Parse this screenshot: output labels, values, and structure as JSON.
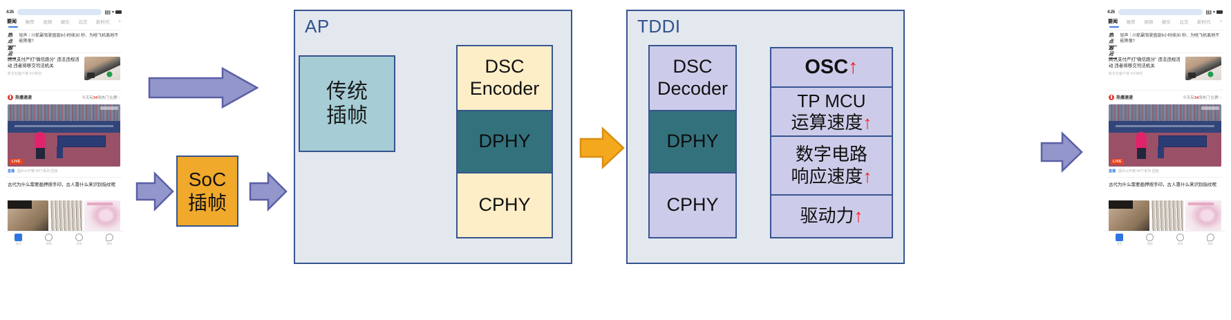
{
  "diagram": {
    "left_phone": {
      "status": {
        "time": "4:25",
        "icons": [
          "signal-icon",
          "wifi-icon",
          "battery-icon"
        ]
      },
      "tabs": [
        {
          "label": "要闻",
          "active": true
        },
        {
          "label": "推荐",
          "active": false
        },
        {
          "label": "视频",
          "active": false
        },
        {
          "label": "娱乐",
          "active": false
        },
        {
          "label": "北京",
          "active": false
        },
        {
          "label": "新时代",
          "active": false
        },
        {
          "label": "+",
          "active": false
        }
      ],
      "hot": {
        "tag_line1": "热点",
        "tag_line2": "跟进",
        "text": "轻声｜川航副驾驶盘旋6小时续30 秒、为啥飞机离地不能降落?"
      },
      "article1": {
        "text": "腾讯支付严打“微信跑分” 违法违规活动 违者将移交司法机关",
        "meta": "新华社客户端   4分钟前"
      },
      "live": {
        "label": "热播速递",
        "right_prefix": "今天有",
        "right_count": "34",
        "right_suffix": "场热门‘比赛’"
      },
      "photo": {
        "badge": "LIVE",
        "alt": "table-tennis-match"
      },
      "photo_meta": {
        "tag": "直播",
        "text": "国乒公开赛  WTT系列  回放"
      },
      "article2": {
        "text": "古代为什么需要画押按手印，古人靠什么来识别指纹呢"
      },
      "bottom_nav": [
        {
          "label": "首页",
          "icon": "home-icon",
          "active": true
        },
        {
          "label": "视频",
          "icon": "video-icon",
          "active": false
        },
        {
          "label": "发现",
          "icon": "compass-icon",
          "active": false
        },
        {
          "label": "我的",
          "icon": "profile-icon",
          "active": false
        }
      ]
    },
    "right_phone": {
      "status": {
        "time": "4:25"
      },
      "tabs": [
        {
          "label": "要闻",
          "active": true
        },
        {
          "label": "推荐",
          "active": false
        },
        {
          "label": "视频",
          "active": false
        },
        {
          "label": "娱乐",
          "active": false
        },
        {
          "label": "北京",
          "active": false
        },
        {
          "label": "新时代",
          "active": false
        },
        {
          "label": "+",
          "active": false
        }
      ],
      "hot": {
        "tag_line1": "热点",
        "tag_line2": "跟进",
        "text": "轻声｜川航副驾驶盘旋6小时续30 秒、为啥飞机离地不能降落?"
      },
      "article1": {
        "text": "腾讯支付严打“微信跑分” 违法违规活动 违者将移交司法机关",
        "meta": "新华社客户端   4分钟前"
      },
      "live": {
        "label": "热播速递",
        "right_prefix": "今天有",
        "right_count": "34",
        "right_suffix": "场热门‘比赛’"
      },
      "photo": {
        "badge": "LIVE",
        "alt": "table-tennis-match"
      },
      "photo_meta": {
        "tag": "直播",
        "text": "国乒公开赛  WTT系列  回放"
      },
      "article2": {
        "text": "古代为什么需要画押按手印，古人靠什么来识别指纹呢"
      },
      "bottom_nav": [
        {
          "label": "首页",
          "icon": "home-icon",
          "active": true
        },
        {
          "label": "视频",
          "icon": "video-icon",
          "active": false
        },
        {
          "label": "发现",
          "icon": "compass-icon",
          "active": false
        },
        {
          "label": "我的",
          "icon": "profile-icon",
          "active": false
        }
      ]
    },
    "soc_box": {
      "line1": "SoC",
      "line2": "插帧"
    },
    "ap_group": {
      "title": "AP",
      "traditional_box": {
        "line1": "传统",
        "line2": "插帧"
      },
      "stack": [
        {
          "line1": "DSC",
          "line2": "Encoder",
          "style": "cream"
        },
        {
          "line1": "DPHY",
          "line2": "",
          "style": "teal"
        },
        {
          "line1": "CPHY",
          "line2": "",
          "style": "cream"
        }
      ]
    },
    "tddi_group": {
      "title": "TDDI",
      "stack": [
        {
          "line1": "DSC",
          "line2": "Decoder",
          "style": "lavender"
        },
        {
          "line1": "DPHY",
          "line2": "",
          "style": "teal"
        },
        {
          "line1": "CPHY",
          "line2": "",
          "style": "lavender"
        }
      ],
      "features": [
        {
          "line1": "OSC",
          "line1_arrow": "↑",
          "line2": "",
          "line2_arrow": "",
          "bold": true
        },
        {
          "line1": "TP MCU",
          "line1_arrow": "",
          "line2": "运算速度",
          "line2_arrow": "↑",
          "bold": false
        },
        {
          "line1": "数字电路",
          "line1_arrow": "",
          "line2": "响应速度",
          "line2_arrow": "↑",
          "bold": false
        },
        {
          "line1": "驱动力",
          "line1_arrow": "↑",
          "line2": "",
          "line2_arrow": "",
          "bold": false
        }
      ]
    },
    "arrows": [
      {
        "name": "arrow-phone-to-ap",
        "color": "#8c8fc8"
      },
      {
        "name": "arrow-phone-to-soc",
        "color": "#8c8fc8"
      },
      {
        "name": "arrow-soc-to-ap",
        "color": "#8c8fc8"
      },
      {
        "name": "arrow-ap-to-tddi",
        "color": "#f5a623"
      },
      {
        "name": "arrow-tddi-to-phone",
        "color": "#8c8fc8"
      }
    ]
  },
  "colors": {
    "group_fill": "#e3e7ee",
    "group_border": "#36548f",
    "cream": "#fdeec8",
    "teal": "#33717d",
    "lavender": "#ccccea",
    "orange": "#f0a92b",
    "arrow_purple": "#8c8fc8",
    "arrow_orange": "#f5a623",
    "up_arrow_red": "#fd1a17",
    "title_blue": "#31538e"
  }
}
